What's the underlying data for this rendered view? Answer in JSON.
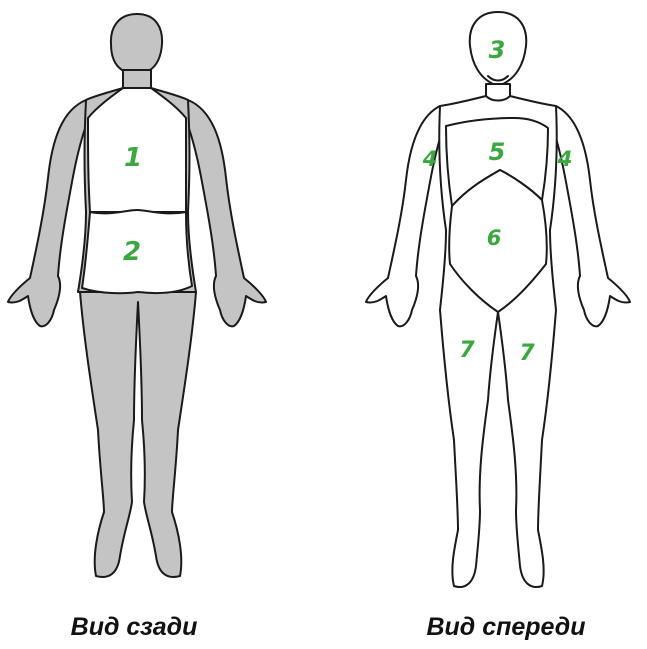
{
  "back_view": {
    "caption": "Вид сзади",
    "zones": [
      "1",
      "2"
    ]
  },
  "front_view": {
    "caption": "Вид спереди",
    "zones": [
      "3",
      "4",
      "5",
      "4",
      "6",
      "7",
      "7"
    ]
  },
  "colors": {
    "shaded_zone": "#c4c4c4",
    "zone_number": "#3aa83f",
    "outline": "#1a1a1a"
  }
}
